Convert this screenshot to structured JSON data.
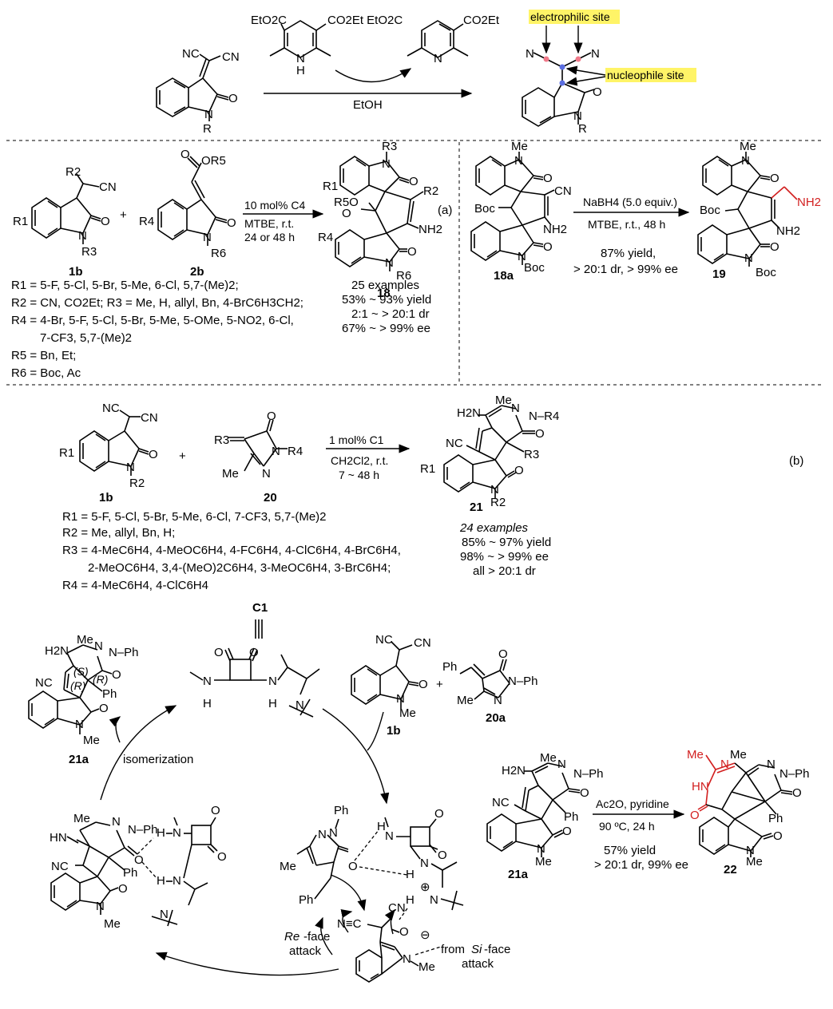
{
  "top": {
    "reagent_left": "EtO2C",
    "reagent_mid": "CO2Et EtO2C",
    "reagent_right": "CO2Et",
    "hantzsch_nh": "N",
    "hantzsch_h": "H",
    "pyridine_n": "N",
    "solvent": "EtOH",
    "sm_nc": "NC",
    "sm_cn": "CN",
    "sm_o": "O",
    "sm_n": "N",
    "sm_r": "R",
    "label_electrophilic": "electrophilic site",
    "label_nucleophile": "nucleophile site",
    "prod_n1": "N",
    "prod_n2": "N",
    "prod_o": "O",
    "prod_nr": "N",
    "prod_r": "R"
  },
  "section_a": {
    "tag": "(a)",
    "cat_conditions": [
      "10 mol% C4",
      "MTBE, r.t.",
      "24 or 48 h"
    ],
    "cmpd_1b": "1b",
    "cmpd_2b": "2b",
    "cmpd_18": "18",
    "sm1": {
      "r2": "R2",
      "cn": "CN",
      "r1": "R1",
      "o": "O",
      "n": "N",
      "r3": "R3"
    },
    "sm2": {
      "or5": "OR5",
      "o_top": "O",
      "r4": "R4",
      "o": "O",
      "n": "N",
      "r6": "R6"
    },
    "plus": "+",
    "prod": {
      "r3": "R3",
      "n": "N",
      "o": "O",
      "r1": "R1",
      "r5o": "R5O",
      "r2": "R2",
      "o2": "O",
      "nh2": "NH2",
      "r4": "R4",
      "o3": "O",
      "n2": "N",
      "r6": "R6"
    },
    "results": [
      "25 examples",
      "53% ~ 93% yield",
      "2:1 ~ > 20:1 dr",
      "67% ~ > 99% ee"
    ],
    "substituents": [
      "R1 = 5-F, 5-Cl, 5-Br, 5-Me, 6-Cl, 5,7-(Me)2;",
      "R2 = CN, CO2Et; R3 = Me, H, allyl, Bn, 4-BrC6H3CH2;",
      "R4 = 4-Br, 5-F, 5-Cl, 5-Br, 5-Me, 5-OMe, 5-NO2, 6-Cl,",
      "7-CF3, 5,7-(Me)2",
      "R5 = Bn, Et;",
      "R6 = Boc, Ac"
    ]
  },
  "section_18a": {
    "me": "Me",
    "cn": "CN",
    "boc1": "Boc",
    "nh2": "NH2",
    "boc2": "Boc",
    "label": "18a",
    "o1": "O",
    "o2": "O",
    "reagent": "NaBH4 (5.0 equiv.)",
    "conditions": "MTBE, r.t., 48 h",
    "result1": "87% yield,",
    "result2": "> 20:1 dr, > 99% ee",
    "prod_me": "Me",
    "prod_nh2_red": "NH2",
    "prod_boc1": "Boc",
    "prod_nh2": "NH2",
    "prod_boc2": "Boc",
    "prod_label": "19"
  },
  "section_b": {
    "tag": "(b)",
    "cat_conditions": [
      "1 mol% C1",
      "CH2Cl2, r.t.",
      "7 ~ 48 h"
    ],
    "cmpd_1b": "1b",
    "cmpd_20": "20",
    "cmpd_21": "21",
    "plus": "+",
    "sm1": {
      "nc": "NC",
      "cn": "CN",
      "r1": "R1",
      "o": "O",
      "n": "N",
      "r2": "R2"
    },
    "sm2": {
      "r3": "R3",
      "o": "O",
      "n1": "N",
      "r4": "R4",
      "me": "Me",
      "n2": "N"
    },
    "prod": {
      "me": "Me",
      "h2n": "H2N",
      "n": "N",
      "nr4": "N–R4",
      "nc": "NC",
      "o": "O",
      "r3": "R3",
      "r1": "R1",
      "o2": "O",
      "n2": "N",
      "r2": "R2"
    },
    "results": [
      "24 examples",
      "85% ~ 97% yield",
      "98% ~ > 99% ee",
      "all > 20:1 dr"
    ],
    "substituents": [
      "R1 = 5-F, 5-Cl, 5-Br, 5-Me, 6-Cl, 7-CF3, 5,7-(Me)2",
      "R2 = Me, allyl, Bn, H;",
      "R3 = 4-MeC6H4, 4-MeOC6H4, 4-FC6H4, 4-ClC6H4, 4-BrC6H4,",
      "2-MeOC6H4, 3,4-(MeO)2C6H4, 3-MeOC6H4, 3-BrC6H4;",
      "R4 = 4-MeC6H4, 4-ClC6H4"
    ]
  },
  "mechanism": {
    "catalyst_label": "C1",
    "cat_o1": "O",
    "cat_o2": "O",
    "cat_n1": "N",
    "cat_h1": "H",
    "cat_n2": "N",
    "cat_h2": "H",
    "cat_n3": "N",
    "isomerization": "isomerization",
    "p21a": {
      "me": "Me",
      "h2n": "H2N",
      "n": "N",
      "nph": "N–Ph",
      "s": "(S)",
      "r1": "(R)",
      "r2": "(R)",
      "o": "O",
      "nc": "NC",
      "ph": "Ph",
      "o2": "O",
      "n2": "N",
      "me2": "Me",
      "label": "21a"
    },
    "sm_1b": {
      "nc": "NC",
      "cn": "CN",
      "o": "O",
      "n": "N",
      "me": "Me",
      "label": "1b"
    },
    "sm_20a": {
      "ph": "Ph",
      "o": "O",
      "n": "N",
      "nph": "N–Ph",
      "me": "Me",
      "label": "20a"
    },
    "plus": "+",
    "int1": {
      "me": "Me",
      "n": "N",
      "ph": "Ph",
      "hn": "HN",
      "o": "O",
      "h1": "H",
      "n1": "N",
      "nc": "NC",
      "ph2": "Ph",
      "h2": "H",
      "n2": "N",
      "o2": "O",
      "n3": "N",
      "me2": "Me",
      "o3": "O"
    },
    "ts": {
      "n": "N",
      "ph": "Ph",
      "me": "Me",
      "o": "O",
      "h": "H",
      "n1": "N",
      "o1": "O",
      "o2": "O",
      "n2": "N",
      "h2": "H",
      "ph2": "Ph",
      "nc": "N≡C",
      "cn": "CN",
      "h3": "H",
      "plus": "⊕",
      "n3": "N",
      "o3": "O",
      "minus": "⊖",
      "n4": "N",
      "me2": "Me"
    },
    "re_face": "Re",
    "re_face_rest": "-face",
    "re_attack": "attack",
    "si_from": "from ",
    "si_face": "Si",
    "si_face_rest": "-face",
    "si_attack": "attack"
  },
  "derivatization": {
    "sm": {
      "me": "Me",
      "h2n": "H2N",
      "n": "N",
      "nph": "N–Ph",
      "nc": "NC",
      "o": "O",
      "ph": "Ph",
      "o2": "O",
      "n2": "N",
      "me2": "Me",
      "label": "21a"
    },
    "reagent": "Ac2O, pyridine",
    "conditions": "90 ºC, 24 h",
    "result1": "57% yield",
    "result2": "> 20:1 dr, 99% ee",
    "prod": {
      "me_red": "Me",
      "n_red": "N",
      "hn_red": "HN",
      "o_red": "O",
      "me": "Me",
      "n": "N",
      "nph": "N–Ph",
      "o": "O",
      "ph": "Ph",
      "o2": "O",
      "n2": "N",
      "me2": "Me",
      "label": "22"
    }
  },
  "colors": {
    "highlight": "#fff467",
    "red_atom": "#d21f1f",
    "blue_atom": "#5b6ee1",
    "pink_atom": "#f07a8a"
  }
}
